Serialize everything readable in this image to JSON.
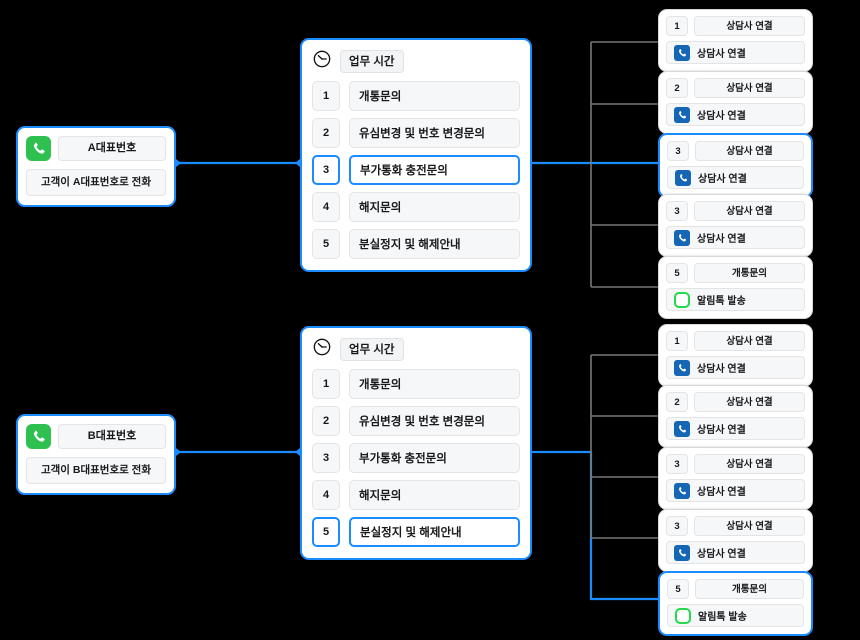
{
  "diagram": {
    "title": "ARS call routing flow",
    "colors": {
      "accent_blue": "#1a8cff",
      "wire_gray": "#777777",
      "green_phone": "#2fc14f",
      "blue_phone": "#1566b4",
      "green_chat": "#24d94b",
      "background": "#000000",
      "card_bg": "#ffffff",
      "field_bg": "#f6f7f8"
    },
    "branches": [
      {
        "id": "branch-a",
        "caller": {
          "icon": "phone-icon",
          "title": "A대표번호",
          "subtitle": "고객이 A대표번호로 전화"
        },
        "menu": {
          "icon": "clock-icon",
          "header": "업무 시간",
          "items": [
            {
              "num": "1",
              "label": "개통문의",
              "selected": false
            },
            {
              "num": "2",
              "label": "유심변경 및 번호 변경문의",
              "selected": false
            },
            {
              "num": "3",
              "label": "부가통화 충전문의",
              "selected": true
            },
            {
              "num": "4",
              "label": "해지문의",
              "selected": false
            },
            {
              "num": "5",
              "label": "분실정지 및 해제안내",
              "selected": false
            }
          ]
        },
        "actions": [
          {
            "num": "1",
            "title": "상담사 연결",
            "action_icon": "phone-icon",
            "action": "상담사 연결",
            "selected": false
          },
          {
            "num": "2",
            "title": "상담사 연결",
            "action_icon": "phone-icon",
            "action": "상담사 연결",
            "selected": false
          },
          {
            "num": "3",
            "title": "상담사 연결",
            "action_icon": "phone-icon",
            "action": "상담사 연결",
            "selected": true
          },
          {
            "num": "3",
            "title": "상담사 연결",
            "action_icon": "phone-icon",
            "action": "상담사 연결",
            "selected": false
          },
          {
            "num": "5",
            "title": "개통문의",
            "action_icon": "chat-icon",
            "action": "알림톡 발송",
            "selected": false
          }
        ]
      },
      {
        "id": "branch-b",
        "caller": {
          "icon": "phone-icon",
          "title": "B대표번호",
          "subtitle": "고객이 B대표번호로 전화"
        },
        "menu": {
          "icon": "clock-icon",
          "header": "업무 시간",
          "items": [
            {
              "num": "1",
              "label": "개통문의",
              "selected": false
            },
            {
              "num": "2",
              "label": "유심변경 및 번호 변경문의",
              "selected": false
            },
            {
              "num": "3",
              "label": "부가통화 충전문의",
              "selected": false
            },
            {
              "num": "4",
              "label": "해지문의",
              "selected": false
            },
            {
              "num": "5",
              "label": "분실정지 및 해제안내",
              "selected": true
            }
          ]
        },
        "actions": [
          {
            "num": "1",
            "title": "상담사 연결",
            "action_icon": "phone-icon",
            "action": "상담사 연결",
            "selected": false
          },
          {
            "num": "2",
            "title": "상담사 연결",
            "action_icon": "phone-icon",
            "action": "상담사 연결",
            "selected": false
          },
          {
            "num": "3",
            "title": "상담사 연결",
            "action_icon": "phone-icon",
            "action": "상담사 연결",
            "selected": false
          },
          {
            "num": "3",
            "title": "상담사 연결",
            "action_icon": "phone-icon",
            "action": "상담사 연결",
            "selected": false
          },
          {
            "num": "5",
            "title": "개통문의",
            "action_icon": "chat-icon",
            "action": "알림톡 발송",
            "selected": true
          }
        ]
      }
    ]
  }
}
